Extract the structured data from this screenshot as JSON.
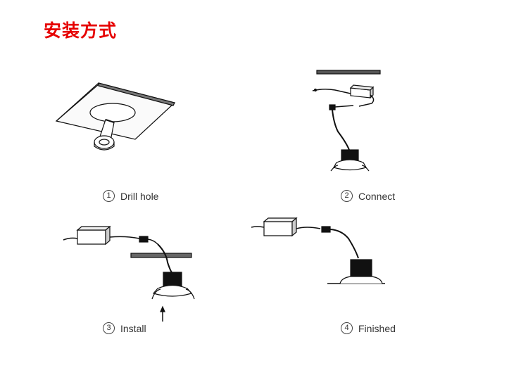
{
  "title": "安装方式",
  "steps": [
    {
      "number": "1",
      "label": "Drill hole"
    },
    {
      "number": "2",
      "label": "Connect"
    },
    {
      "number": "3",
      "label": "Install"
    },
    {
      "number": "4",
      "label": "Finished"
    }
  ]
}
